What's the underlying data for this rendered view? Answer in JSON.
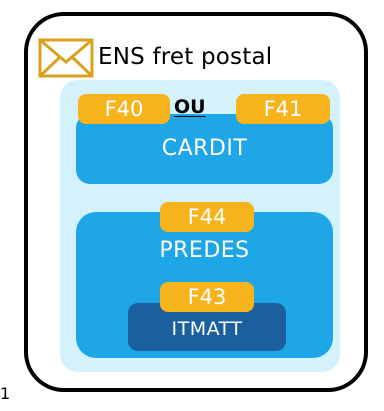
{
  "title": "ENS fret postal",
  "icon": "envelope-icon",
  "colors": {
    "frame": "#000000",
    "inner_background": "#d3f2fb",
    "block": "#1ea6e6",
    "tag": "#f7b31c",
    "itmatt_block": "#1b5f9f"
  },
  "cardit": {
    "tag_left": "F40",
    "connector": "OU",
    "tag_right": "F41",
    "label": "CARDIT"
  },
  "predes": {
    "tag": "F44",
    "label": "PREDES"
  },
  "itmatt": {
    "tag": "F43",
    "label": "ITMATT"
  },
  "edge_text": "1"
}
